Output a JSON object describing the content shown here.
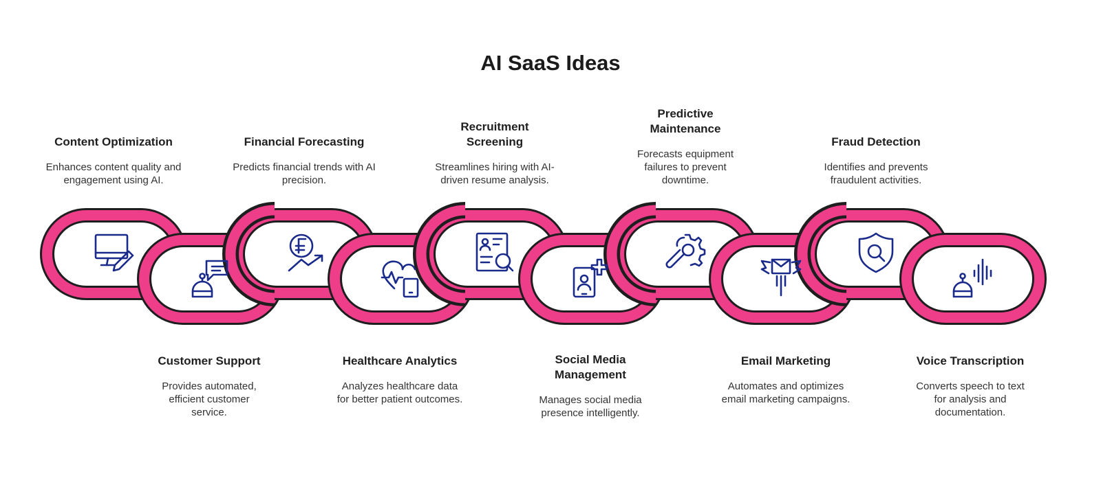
{
  "title": "AI SaaS Ideas",
  "colors": {
    "link_fill": "#ee3e8a",
    "link_outline": "#1e1e1e",
    "icon": "#1a2a8a",
    "text": "#222222"
  },
  "links": [
    {
      "title": "Content Optimization",
      "description": "Enhances content quality and engagement using AI.",
      "icon": "monitor-pen-icon",
      "position": "top"
    },
    {
      "title": "Customer Support",
      "description": "Provides automated, efficient customer service.",
      "icon": "support-bot-icon",
      "position": "bottom"
    },
    {
      "title": "Financial Forecasting",
      "description": "Predicts financial trends with AI precision.",
      "icon": "finance-trend-icon",
      "position": "top"
    },
    {
      "title": "Healthcare Analytics",
      "description": "Analyzes healthcare data for better patient outcomes.",
      "icon": "heart-device-icon",
      "position": "bottom"
    },
    {
      "title": "Recruitment Screening",
      "description": "Streamlines hiring with AI-driven resume analysis.",
      "icon": "resume-search-icon",
      "position": "top"
    },
    {
      "title": "Social Media Management",
      "description": "Manages social media presence intelligently.",
      "icon": "profile-add-icon",
      "position": "bottom"
    },
    {
      "title": "Predictive Maintenance",
      "description": "Forecasts equipment failures to prevent downtime.",
      "icon": "gear-wrench-icon",
      "position": "top"
    },
    {
      "title": "Email Marketing",
      "description": "Automates and optimizes email marketing campaigns.",
      "icon": "winged-mail-icon",
      "position": "bottom"
    },
    {
      "title": "Fraud Detection",
      "description": "Identifies and prevents fraudulent activities.",
      "icon": "shield-search-icon",
      "position": "top"
    },
    {
      "title": "Voice Transcription",
      "description": "Converts speech to text for analysis and documentation.",
      "icon": "voice-bot-icon",
      "position": "bottom"
    }
  ]
}
